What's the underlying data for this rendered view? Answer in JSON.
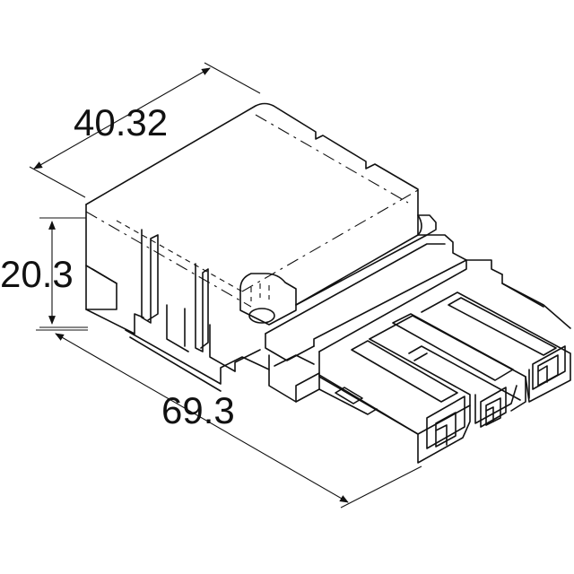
{
  "dimensions": {
    "width": "40.32",
    "height": "20.3",
    "length": "69.3"
  }
}
